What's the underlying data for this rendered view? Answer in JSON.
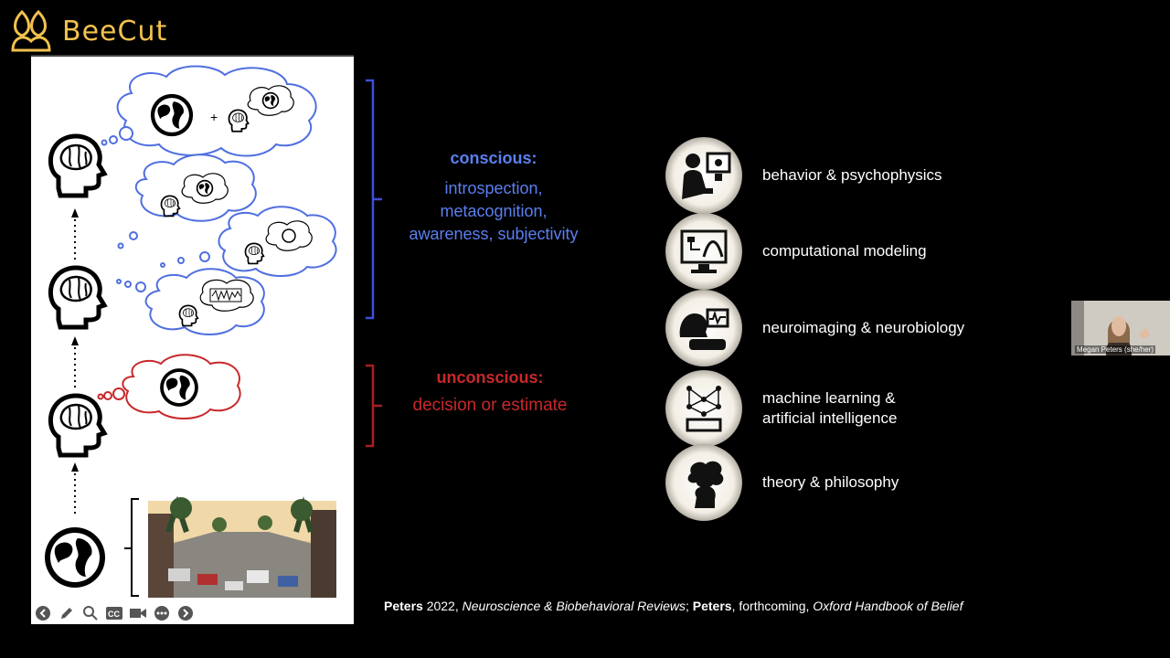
{
  "brand": {
    "name": "BeeCut"
  },
  "diagram": {
    "conscious_title": "conscious:",
    "conscious_lines": [
      "introspection,",
      "metacognition,",
      "awareness, subjectivity"
    ],
    "unconscious_title": "unconscious:",
    "unconscious_desc": "decision or estimate"
  },
  "methods": [
    {
      "label": "behavior & psychophysics",
      "icon": "person-at-computer-icon"
    },
    {
      "label": "computational modeling",
      "icon": "monitor-chart-icon"
    },
    {
      "label": "neuroimaging & neurobiology",
      "icon": "brain-scanner-icon"
    },
    {
      "label_lines": [
        "machine learning &",
        "artificial intelligence"
      ],
      "icon": "neural-network-icon"
    },
    {
      "label": "theory & philosophy",
      "icon": "thinking-head-icon"
    }
  ],
  "citation": {
    "author1": "Peters",
    "part1": " 2022, ",
    "journal": "Neuroscience & Biobehavioral Reviews",
    "sep": "; ",
    "author2": "Peters",
    "part2": ", forthcoming, ",
    "book": "Oxford Handbook of Belief"
  },
  "webcam": {
    "name": "Megan Peters (she/her)"
  },
  "toolbar": [
    "back-icon",
    "pen-icon",
    "zoom-icon",
    "cc-icon",
    "camera-icon",
    "more-icon",
    "forward-icon"
  ],
  "colors": {
    "conscious": "#5b7ff0",
    "unconscious": "#c8282b",
    "brand": "#f2c14e"
  }
}
